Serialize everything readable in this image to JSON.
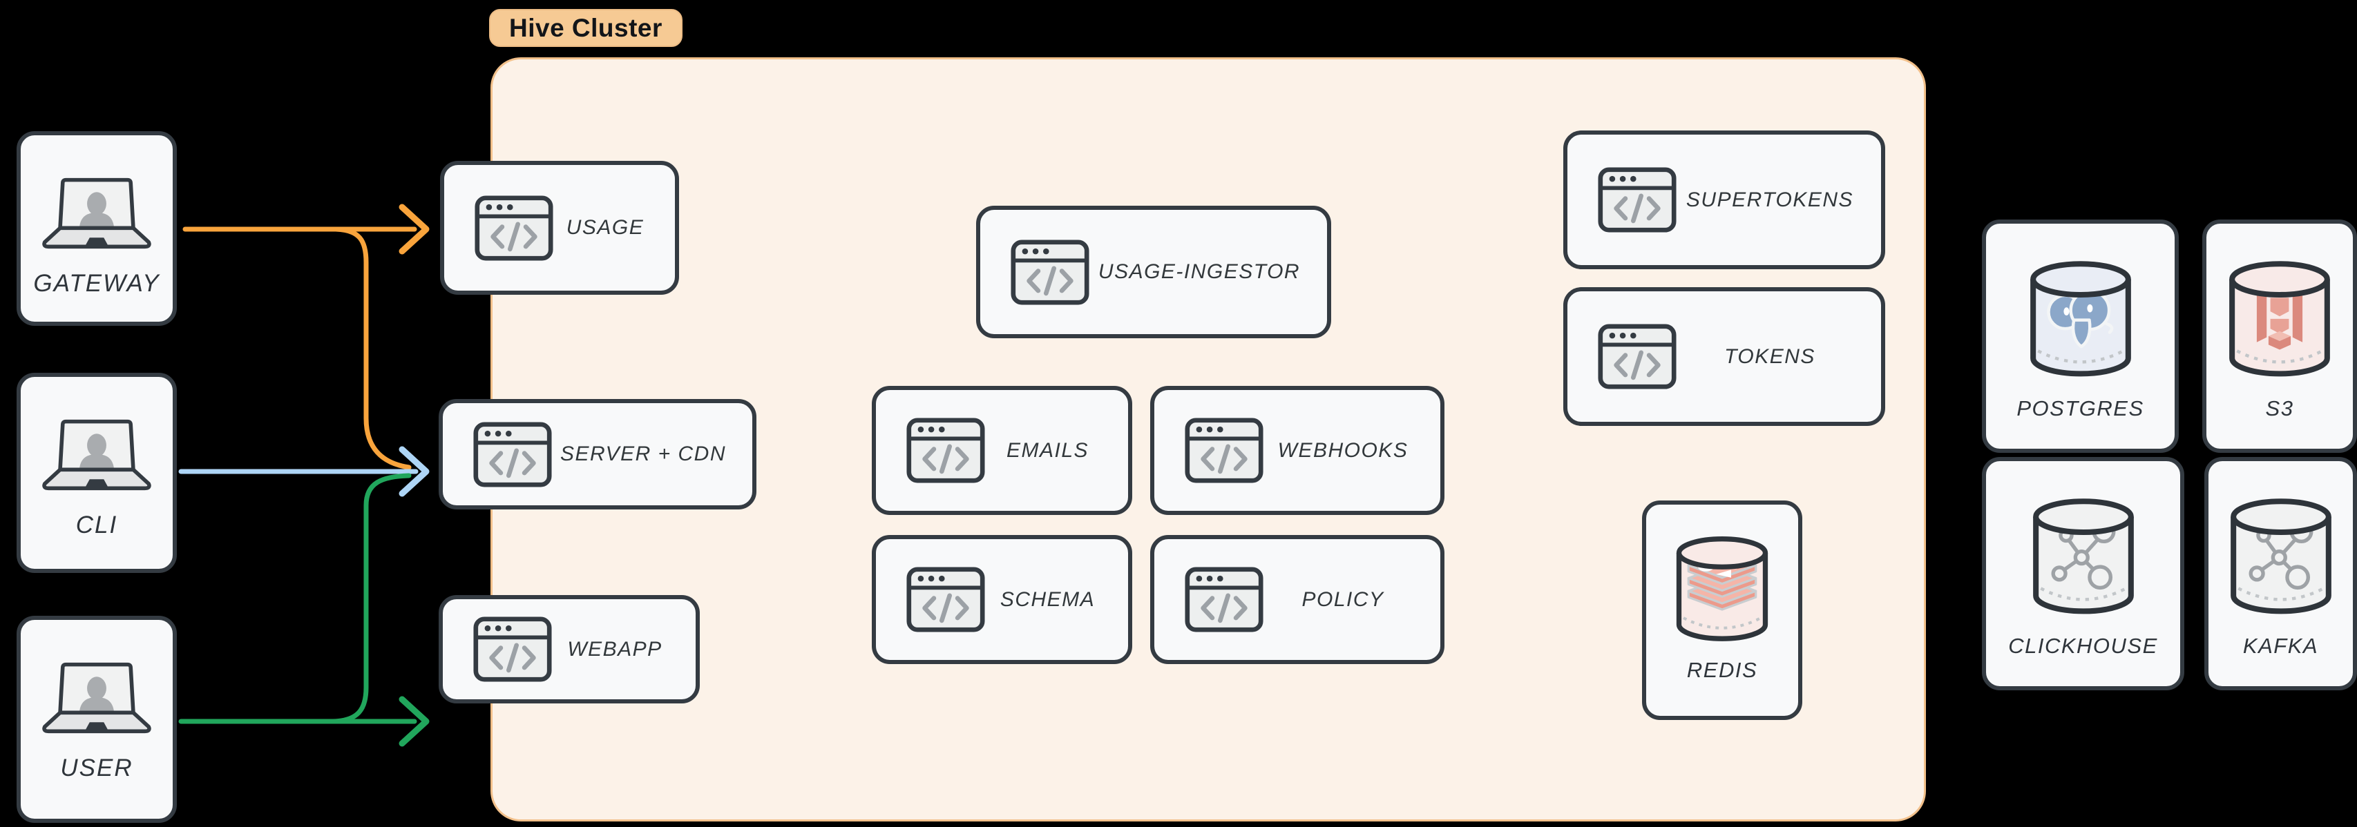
{
  "title_badge": {
    "label": "Hive Cluster"
  },
  "cluster": {
    "fill": "#FCF2E8",
    "border_color": "#F2C08A",
    "badge_fill": "#F6CA94",
    "badge_text_color": "#121519"
  },
  "actors": {
    "gateway": {
      "label": "GATEWAY",
      "icon": "laptop-user-icon"
    },
    "cli": {
      "label": "CLI",
      "icon": "laptop-user-icon"
    },
    "user": {
      "label": "USER",
      "icon": "laptop-user-icon"
    }
  },
  "services": {
    "usage": {
      "label": "USAGE",
      "icon": "code-window-icon"
    },
    "server_cdn": {
      "label": "SERVER + CDN",
      "icon": "code-window-icon"
    },
    "webapp": {
      "label": "WEBAPP",
      "icon": "code-window-icon"
    },
    "usage_ingestor": {
      "label": "USAGE-INGESTOR",
      "icon": "code-window-icon"
    },
    "emails": {
      "label": "EMAILS",
      "icon": "code-window-icon"
    },
    "webhooks": {
      "label": "WEBHOOKS",
      "icon": "code-window-icon"
    },
    "schema": {
      "label": "SCHEMA",
      "icon": "code-window-icon"
    },
    "policy": {
      "label": "POLICY",
      "icon": "code-window-icon"
    },
    "supertokens": {
      "label": "SUPERTOKENS",
      "icon": "code-window-icon"
    },
    "tokens": {
      "label": "TOKENS",
      "icon": "code-window-icon"
    }
  },
  "datastores": {
    "redis": {
      "label": "REDIS",
      "icon": "redis-cylinder-icon",
      "accent": "#EC9A8B"
    },
    "postgres": {
      "label": "POSTGRES",
      "icon": "postgres-cylinder-icon",
      "accent": "#8BA7C9"
    },
    "s3": {
      "label": "S3",
      "icon": "s3-cylinder-icon",
      "accent": "#DB897D"
    },
    "clickhouse": {
      "label": "CLICKHOUSE",
      "icon": "network-cylinder-icon",
      "accent": "#9EA2A6"
    },
    "kafka": {
      "label": "KAFKA",
      "icon": "network-cylinder-icon",
      "accent": "#9EA2A6"
    }
  },
  "edges": [
    {
      "from": "GATEWAY",
      "to": "USAGE",
      "color": "#F9A43C"
    },
    {
      "from": "GATEWAY",
      "to": "SERVER + CDN",
      "color": "#F9A43C"
    },
    {
      "from": "CLI",
      "to": "SERVER + CDN",
      "color": "#AED5F6"
    },
    {
      "from": "USER",
      "to": "SERVER + CDN",
      "color": "#21A65C"
    },
    {
      "from": "USER",
      "to": "WEBAPP",
      "color": "#21A65C"
    }
  ],
  "arrow_colors": {
    "gateway": "#F9A43C",
    "cli": "#AED5F6",
    "user": "#21A65C"
  }
}
